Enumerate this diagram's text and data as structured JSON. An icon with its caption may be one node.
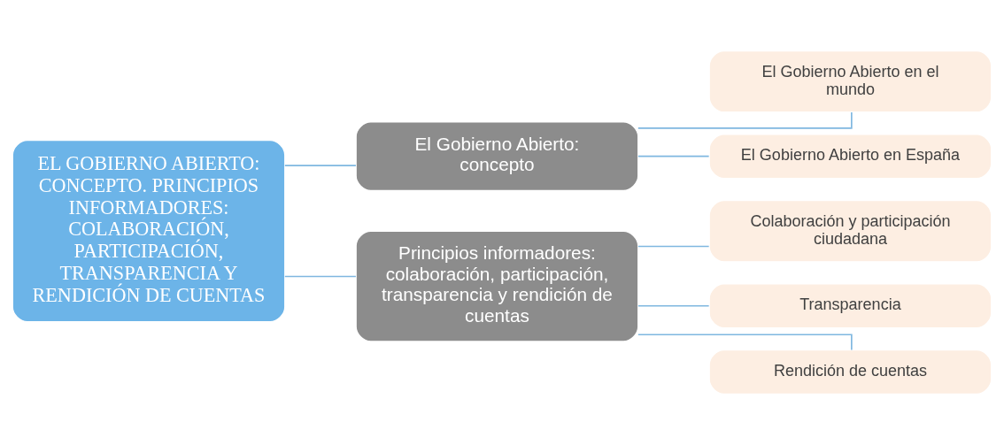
{
  "diagram": {
    "nodes": [
      {
        "text": [
          "EL GOBIERNO ABIERTO: CONCEPTO. PRINCIPIOS INFORMADORES: COLABORACIÓN, PARTICIPACIÓN, TRANSPARENCIA Y RENDICIÓN DE CUENTAS"
        ]
      },
      {
        "text": [
          "El Gobierno Abierto: concepto"
        ]
      },
      {
        "text": [
          "Principios informadores: colaboración, participación, transparencia y rendición de cuentas"
        ]
      },
      {
        "text": [
          "El Gobierno Abierto en el mundo"
        ]
      },
      {
        "text": [
          "El Gobierno Abierto en España"
        ]
      },
      {
        "text": [
          "Colaboración y participación ciudadana"
        ]
      },
      {
        "text": [
          "Transparencia"
        ]
      },
      {
        "text": [
          "Rendición de cuentas"
        ]
      }
    ],
    "edges": [
      {
        "from": 0,
        "to": 1,
        "arrow": "none"
      },
      {
        "from": 0,
        "to": 2,
        "arrow": "none"
      },
      {
        "from": 1,
        "to": 3,
        "arrow": "none"
      },
      {
        "from": 1,
        "to": 4,
        "arrow": "none"
      },
      {
        "from": 2,
        "to": 5,
        "arrow": "none"
      },
      {
        "from": 2,
        "to": 6,
        "arrow": "none"
      },
      {
        "from": 2,
        "to": 7,
        "arrow": "none"
      }
    ]
  }
}
